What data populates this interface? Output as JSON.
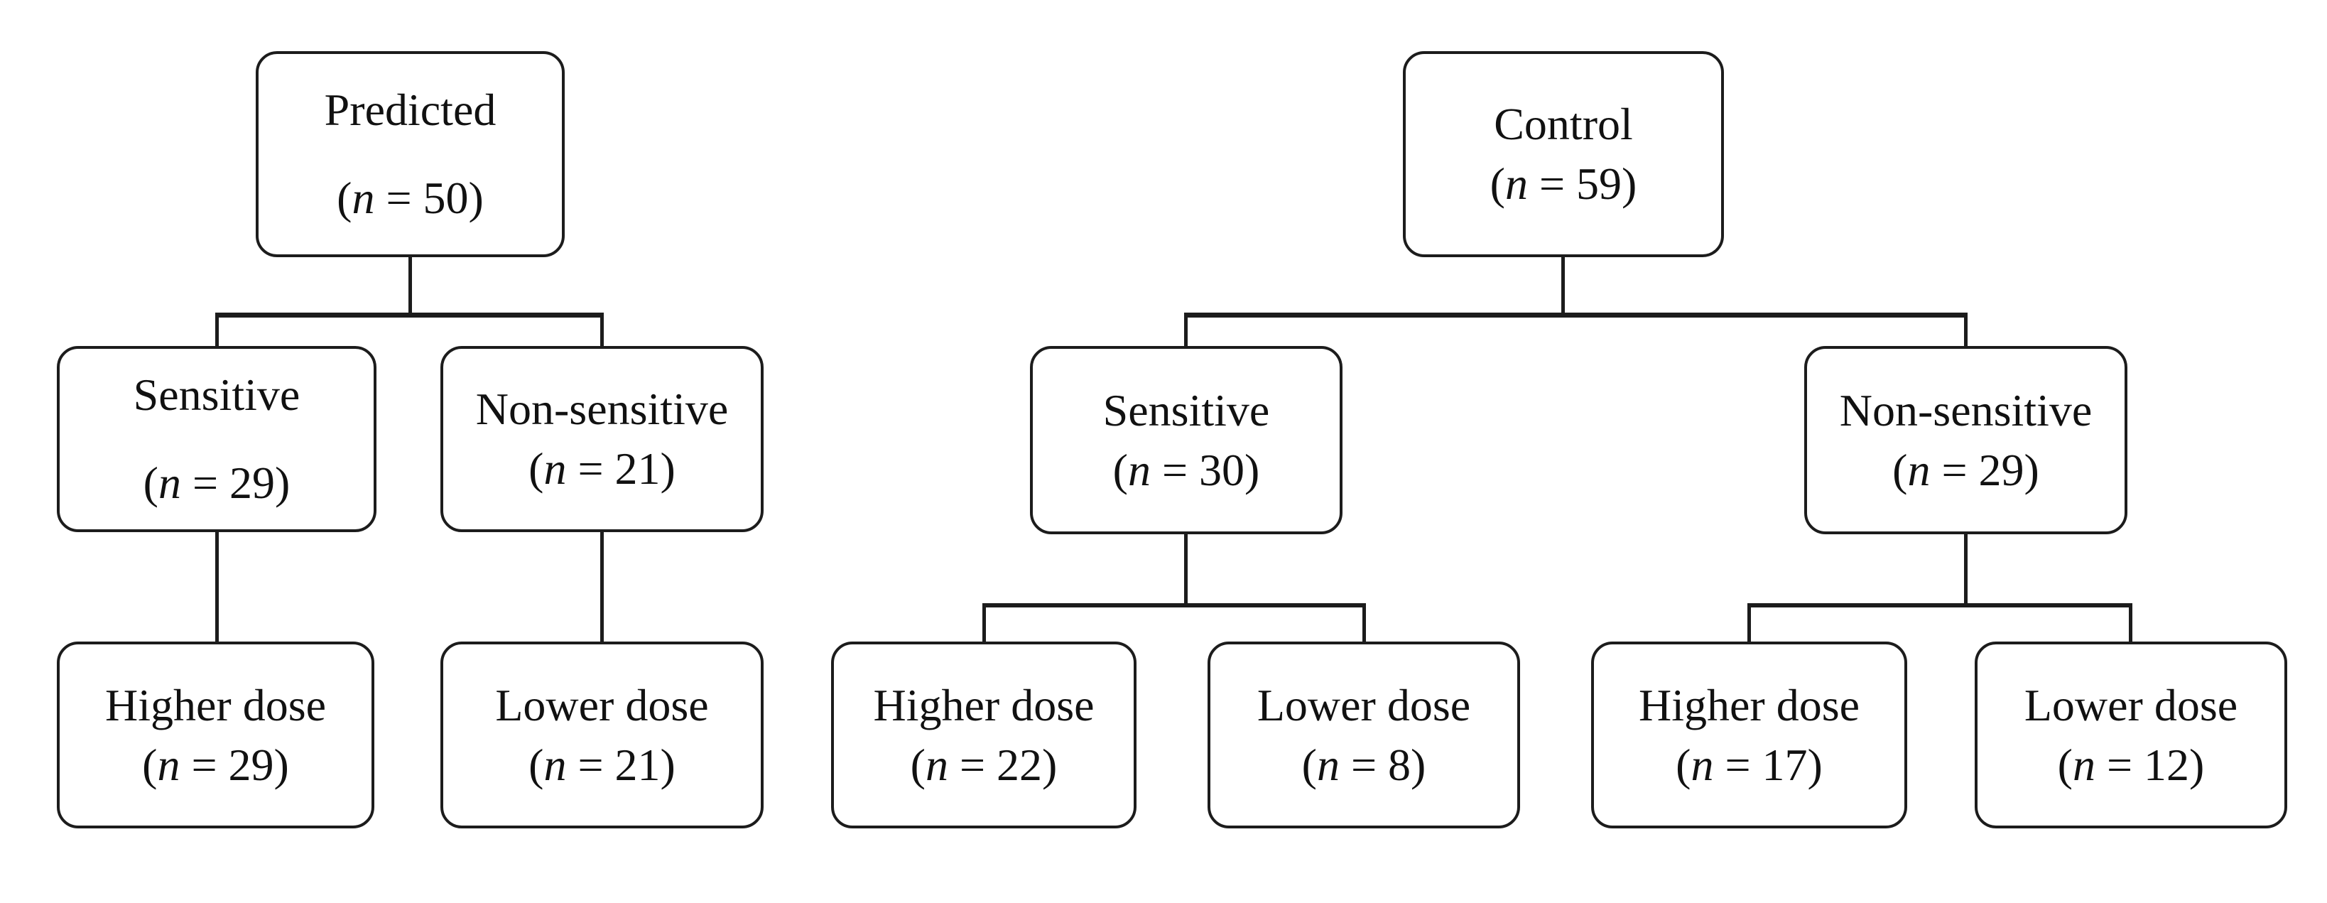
{
  "diagram": {
    "type": "flowchart",
    "background": "#ffffff",
    "colors": {
      "box_border": "#1c1c1c",
      "box_fill": "#ffffff",
      "text": "#111111",
      "connector": "#1c1c1c"
    },
    "nodes": {
      "predicted": {
        "label": "Predicted",
        "count_label": "(n = 50)",
        "n": 50
      },
      "sensitive_predicted": {
        "label": "Sensitive",
        "count_label": "(n = 29)",
        "n": 29
      },
      "nonsensitive_predicted": {
        "label": "Non-sensitive",
        "count_label": "(n = 21)",
        "n": 21
      },
      "higher_predicted": {
        "label": "Higher dose",
        "count_label": "(n = 29)",
        "n": 29
      },
      "lower_predicted": {
        "label": "Lower dose",
        "count_label": "(n = 21)",
        "n": 21
      },
      "control": {
        "label": "Control",
        "count_label": "(n = 59)",
        "n": 59
      },
      "sensitive_control": {
        "label": "Sensitive",
        "count_label": "(n = 30)",
        "n": 30
      },
      "nonsensitive_control": {
        "label": "Non-sensitive",
        "count_label": "(n = 29)",
        "n": 29
      },
      "higher_sensitive_control": {
        "label": "Higher dose",
        "count_label": "(n = 22)",
        "n": 22
      },
      "lower_sensitive_control": {
        "label": "Lower dose",
        "count_label": "(n = 8)",
        "n": 8
      },
      "higher_nonsensitive_control": {
        "label": "Higher dose",
        "count_label": "(n = 17)",
        "n": 17
      },
      "lower_nonsensitive_control": {
        "label": "Lower dose",
        "count_label": "(n = 12)",
        "n": 12
      }
    },
    "edges": [
      {
        "from": "predicted",
        "to": "sensitive_predicted"
      },
      {
        "from": "predicted",
        "to": "nonsensitive_predicted"
      },
      {
        "from": "sensitive_predicted",
        "to": "higher_predicted"
      },
      {
        "from": "nonsensitive_predicted",
        "to": "lower_predicted"
      },
      {
        "from": "control",
        "to": "sensitive_control"
      },
      {
        "from": "control",
        "to": "nonsensitive_control"
      },
      {
        "from": "sensitive_control",
        "to": "higher_sensitive_control"
      },
      {
        "from": "sensitive_control",
        "to": "lower_sensitive_control"
      },
      {
        "from": "nonsensitive_control",
        "to": "higher_nonsensitive_control"
      },
      {
        "from": "nonsensitive_control",
        "to": "lower_nonsensitive_control"
      }
    ]
  }
}
